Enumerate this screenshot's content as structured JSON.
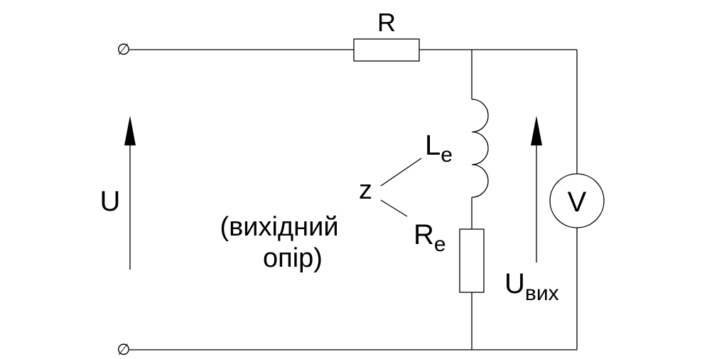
{
  "labels": {
    "resistor_r": "R",
    "input_voltage": "U",
    "impedance": "z",
    "inductance": {
      "main": "L",
      "sub": "e"
    },
    "resistance": {
      "main": "R",
      "sub": "e"
    },
    "output_voltage": {
      "main": "U",
      "sub": "вих"
    },
    "voltmeter": "V",
    "caption_line1": "(вихідний",
    "caption_line2": "опір)",
    "terminal_symbol": "∅"
  },
  "colors": {
    "stroke": "#000000",
    "background": "#ffffff"
  }
}
